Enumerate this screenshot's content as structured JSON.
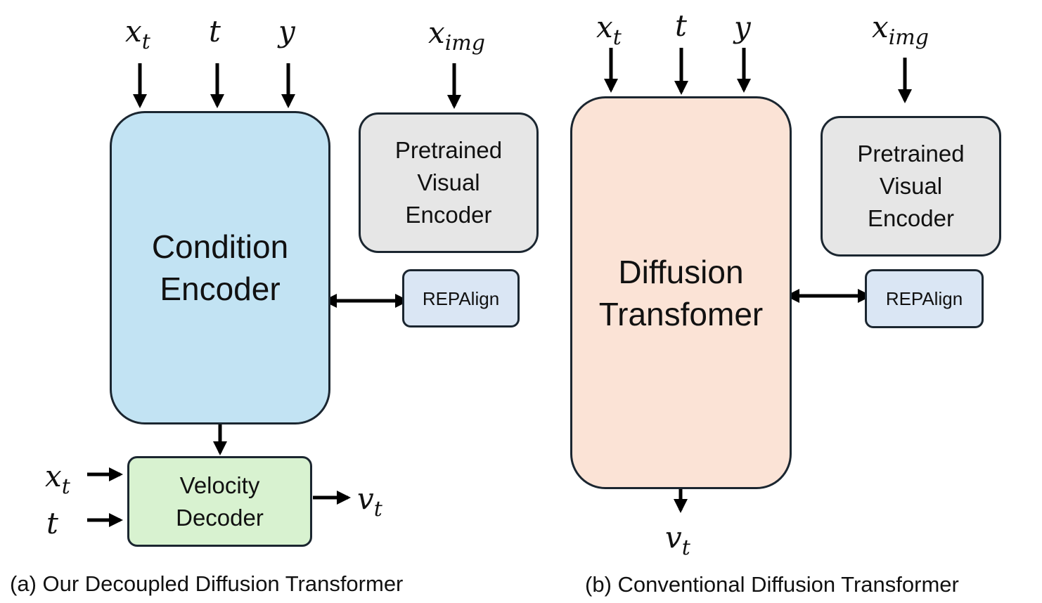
{
  "left_panel": {
    "inputs": {
      "x_base": "x",
      "x_sub": "t",
      "t": "t",
      "y": "y",
      "img_base": "x",
      "img_sub": "img"
    },
    "condition_encoder": "Condition\nEncoder",
    "visual_encoder": "Pretrained\nVisual\nEncoder",
    "repalign": "REPAlign",
    "velocity_decoder": "Velocity\nDecoder",
    "decoder_inputs": {
      "x_base": "x",
      "x_sub": "t",
      "t": "t"
    },
    "output": {
      "base": "v",
      "sub": "t"
    },
    "caption": "(a) Our Decoupled Diffusion Transformer"
  },
  "right_panel": {
    "inputs": {
      "x_base": "x",
      "x_sub": "t",
      "t": "t",
      "y": "y",
      "img_base": "x",
      "img_sub": "img"
    },
    "diffusion_transformer": "Diffusion\nTransfomer",
    "visual_encoder": "Pretrained\nVisual\nEncoder",
    "repalign": "REPAlign",
    "output": {
      "base": "v",
      "sub": "t"
    },
    "caption": "(b) Conventional Diffusion Transformer"
  },
  "colors": {
    "condition_encoder": "#c2e3f3",
    "diffusion_transformer": "#fbe3d6",
    "visual_encoder": "#e6e6e6",
    "velocity_decoder": "#d8f2d0",
    "repalign": "#dae6f4",
    "border": "#1b2630"
  }
}
